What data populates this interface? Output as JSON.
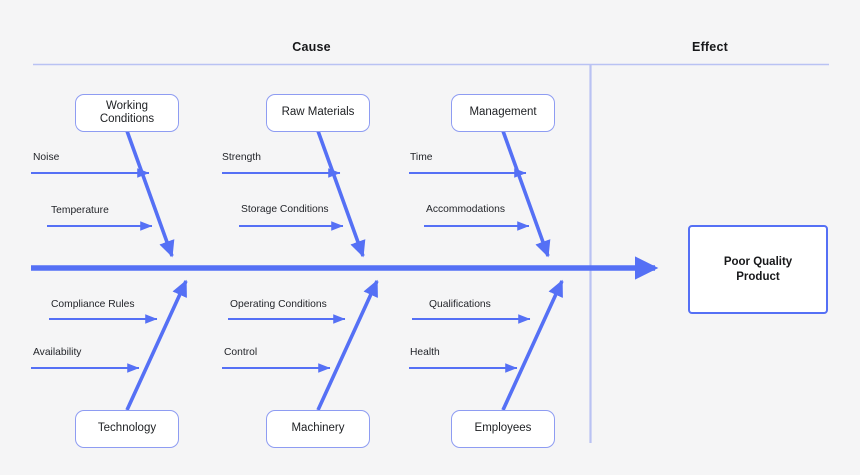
{
  "diagram": {
    "type": "fishbone-ishikawa",
    "title_headers": {
      "cause": "Cause",
      "effect": "Effect"
    },
    "effect": {
      "label": "Poor Quality\nProduct"
    },
    "colors": {
      "spine": "#5570f5",
      "branch": "#5570f5",
      "sub_arrow": "#5570f5",
      "box_border": "#8e9cf2",
      "effect_border": "#5570f5",
      "divider": "#b9c2f3",
      "background": "#f5f5f6",
      "text": "#1d1f22"
    },
    "categories": [
      {
        "label": "Working\nConditions",
        "side": "top",
        "causes": [
          "Noise",
          "Temperature"
        ]
      },
      {
        "label": "Raw Materials",
        "side": "top",
        "causes": [
          "Strength",
          "Storage Conditions"
        ]
      },
      {
        "label": "Management",
        "side": "top",
        "causes": [
          "Time",
          "Accommodations"
        ]
      },
      {
        "label": "Technology",
        "side": "bottom",
        "causes": [
          "Compliance Rules",
          "Availability"
        ]
      },
      {
        "label": "Machinery",
        "side": "bottom",
        "causes": [
          "Operating Conditions",
          "Control"
        ]
      },
      {
        "label": "Employees",
        "side": "bottom",
        "causes": [
          "Qualifications",
          "Health"
        ]
      }
    ]
  },
  "chart_data": {
    "type": "diagram",
    "title": "Fishbone (Ishikawa) Cause and Effect Diagram",
    "effect": "Poor Quality Product",
    "groups": [
      {
        "category": "Working Conditions",
        "position": "top-left",
        "causes": [
          "Noise",
          "Temperature"
        ]
      },
      {
        "category": "Raw Materials",
        "position": "top-center",
        "causes": [
          "Strength",
          "Storage Conditions"
        ]
      },
      {
        "category": "Management",
        "position": "top-right",
        "causes": [
          "Time",
          "Accommodations"
        ]
      },
      {
        "category": "Technology",
        "position": "bottom-left",
        "causes": [
          "Compliance Rules",
          "Availability"
        ]
      },
      {
        "category": "Machinery",
        "position": "bottom-center",
        "causes": [
          "Operating Conditions",
          "Control"
        ]
      },
      {
        "category": "Employees",
        "position": "bottom-right",
        "causes": [
          "Qualifications",
          "Health"
        ]
      }
    ],
    "sections": [
      "Cause",
      "Effect"
    ]
  }
}
